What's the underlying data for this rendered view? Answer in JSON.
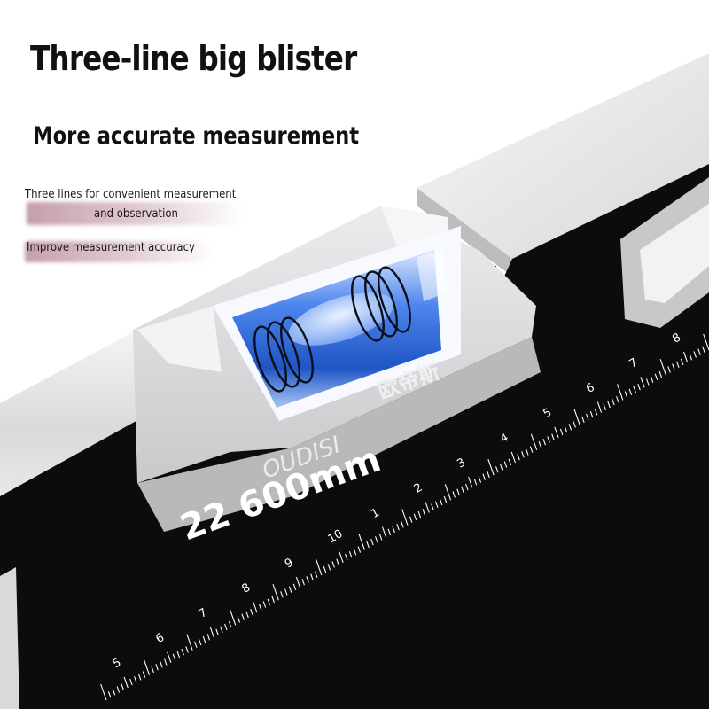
{
  "headline": "Three-line big blister",
  "subheadline": "More accurate measurement",
  "features": [
    {
      "line1": "Three lines for convenient measurement",
      "line2": "and observation"
    },
    {
      "line1": "Improve measurement accuracy"
    }
  ],
  "product": {
    "brand_text": "OUDISI",
    "brand_cjk": "欧帝斯",
    "length_text": "22 600mm",
    "ruler_labels": [
      "5",
      "6",
      "7",
      "8",
      "9",
      "10",
      "1",
      "2",
      "3",
      "4",
      "5",
      "6",
      "7",
      "8"
    ],
    "colors": {
      "body_black": "#0c0c0d",
      "aluminum_light": "#e9e9ea",
      "vial_housing": "#d4d4d6",
      "vial_liquid": "#2f6bd6",
      "ruler_mark": "#ffffff"
    }
  }
}
